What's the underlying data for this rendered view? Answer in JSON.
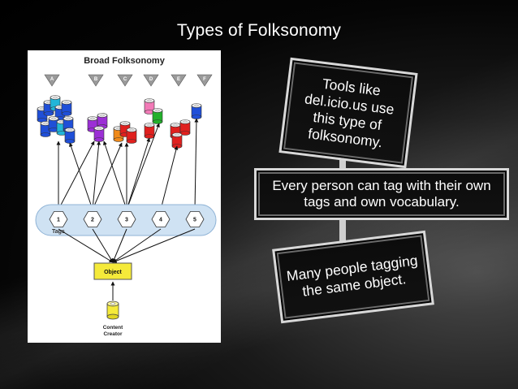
{
  "slide": {
    "title": "Types of Folksonomy"
  },
  "diagram": {
    "heading": "Broad Folksonomy",
    "users": [
      "A",
      "B",
      "C",
      "D",
      "E",
      "F"
    ],
    "tags": [
      "1",
      "2",
      "3",
      "4",
      "5"
    ],
    "tags_label": "Tags",
    "object_label": "Object",
    "creator_line1": "Content",
    "creator_line2": "Creator",
    "colors": {
      "blue": "#1f4fd8",
      "cyan": "#22b5d8",
      "purple": "#9c2fd6",
      "red": "#e0201e",
      "orange": "#f08a1a",
      "green": "#22b02a",
      "pink": "#f27ab7",
      "yellow": "#f5ea3a",
      "band": "#cfe2f3"
    }
  },
  "callouts": {
    "first": "Tools like del.icio.us use this type of folksonomy.",
    "second": "Every person can tag with their own tags and own vocabulary.",
    "third": "Many people tagging the same object."
  }
}
